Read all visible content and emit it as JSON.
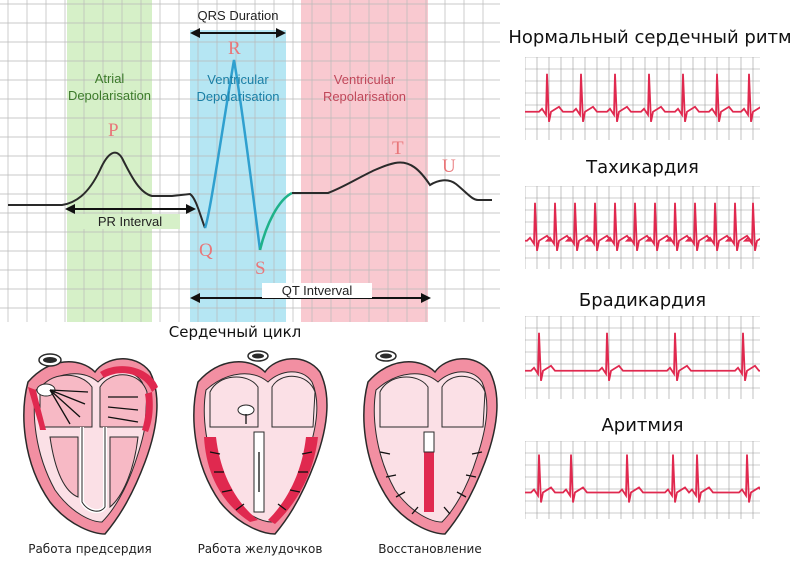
{
  "ecg": {
    "zones": {
      "atrial": "Atrial\nDepolarisation",
      "ventricular_depol": "Ventricular\nDepolarisation",
      "ventricular_repol": "Ventricular\nRepolarisation"
    },
    "waves": {
      "p": "P",
      "q": "Q",
      "r": "R",
      "s": "S",
      "t": "T",
      "u": "U"
    },
    "intervals": {
      "qrs": "QRS Duration",
      "pr": "PR Interval",
      "qt": "QT Intverval"
    },
    "colors": {
      "atrial": "#d6f0c8",
      "depol": "#b5e6f3",
      "repol": "#f9c9d0",
      "grid": "#b9b9b9",
      "trace": "#1a1a1a",
      "qrs_trace": "#2b9fd6"
    }
  },
  "rhythms": [
    {
      "id": "normal",
      "title": "Нормальный сердечный ритм"
    },
    {
      "id": "tachy",
      "title": "Тахикардия"
    },
    {
      "id": "brady",
      "title": "Брадикардия"
    },
    {
      "id": "arrhythmia",
      "title": "Аритмия"
    }
  ],
  "cycle": {
    "title": "Сердечный цикл",
    "stages": [
      {
        "id": "atria",
        "caption": "Работа предсердия"
      },
      {
        "id": "ventricles",
        "caption": "Работа желудочков"
      },
      {
        "id": "recovery",
        "caption": "Восстановление"
      }
    ],
    "colors": {
      "muscle": "#f28fa2",
      "muscle_light": "#f7b9c5",
      "active": "#e0294f",
      "outline": "#2a2a2a"
    }
  },
  "strip_color": "#e0294f"
}
